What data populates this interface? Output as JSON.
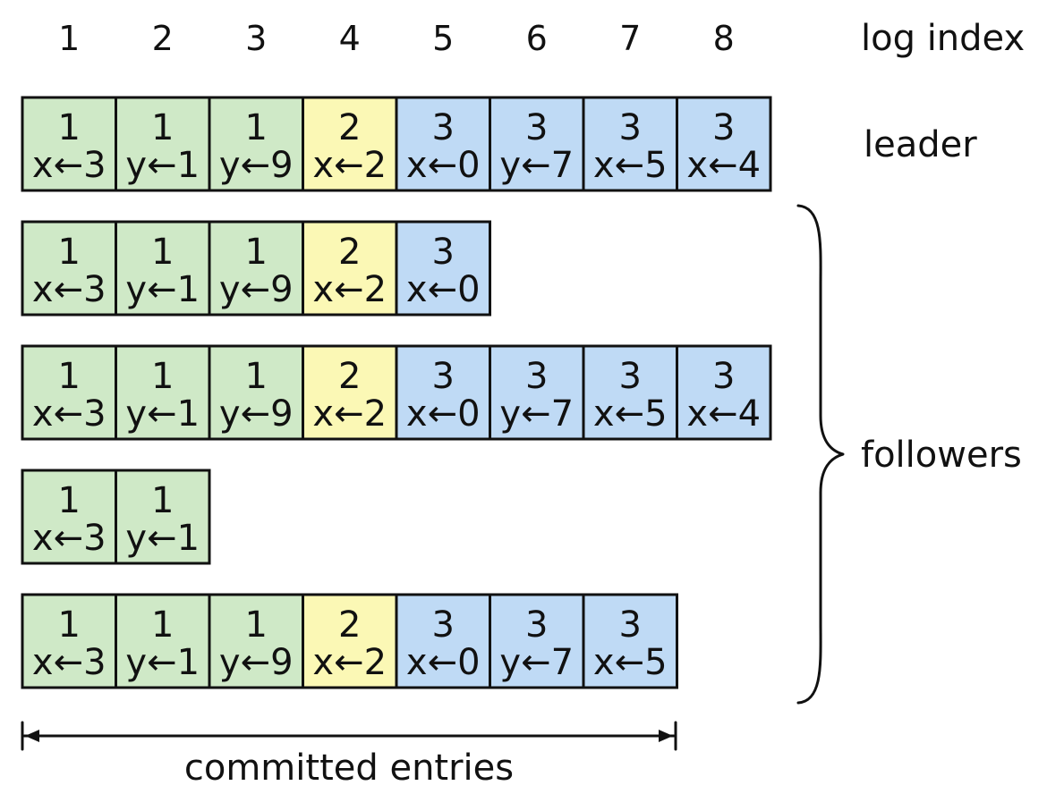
{
  "header": {
    "log_index_label": "log index",
    "indices": [
      "1",
      "2",
      "3",
      "4",
      "5",
      "6",
      "7",
      "8"
    ]
  },
  "labels": {
    "leader": "leader",
    "followers": "followers",
    "committed_entries": "committed entries"
  },
  "colors": {
    "term_1": "#cfe9c7",
    "term_2": "#fbf8b5",
    "term_3": "#bfdaf5",
    "border": "#111111",
    "background": "#ffffff"
  },
  "committed_through_index": 7,
  "logs": [
    {
      "role": "leader",
      "entries": [
        {
          "term": "1",
          "command": "x←3"
        },
        {
          "term": "1",
          "command": "y←1"
        },
        {
          "term": "1",
          "command": "y←9"
        },
        {
          "term": "2",
          "command": "x←2"
        },
        {
          "term": "3",
          "command": "x←0"
        },
        {
          "term": "3",
          "command": "y←7"
        },
        {
          "term": "3",
          "command": "x←5"
        },
        {
          "term": "3",
          "command": "x←4"
        }
      ]
    },
    {
      "role": "follower",
      "entries": [
        {
          "term": "1",
          "command": "x←3"
        },
        {
          "term": "1",
          "command": "y←1"
        },
        {
          "term": "1",
          "command": "y←9"
        },
        {
          "term": "2",
          "command": "x←2"
        },
        {
          "term": "3",
          "command": "x←0"
        }
      ]
    },
    {
      "role": "follower",
      "entries": [
        {
          "term": "1",
          "command": "x←3"
        },
        {
          "term": "1",
          "command": "y←1"
        },
        {
          "term": "1",
          "command": "y←9"
        },
        {
          "term": "2",
          "command": "x←2"
        },
        {
          "term": "3",
          "command": "x←0"
        },
        {
          "term": "3",
          "command": "y←7"
        },
        {
          "term": "3",
          "command": "x←5"
        },
        {
          "term": "3",
          "command": "x←4"
        }
      ]
    },
    {
      "role": "follower",
      "entries": [
        {
          "term": "1",
          "command": "x←3"
        },
        {
          "term": "1",
          "command": "y←1"
        }
      ]
    },
    {
      "role": "follower",
      "entries": [
        {
          "term": "1",
          "command": "x←3"
        },
        {
          "term": "1",
          "command": "y←1"
        },
        {
          "term": "1",
          "command": "y←9"
        },
        {
          "term": "2",
          "command": "x←2"
        },
        {
          "term": "3",
          "command": "x←0"
        },
        {
          "term": "3",
          "command": "y←7"
        },
        {
          "term": "3",
          "command": "x←5"
        }
      ]
    }
  ]
}
